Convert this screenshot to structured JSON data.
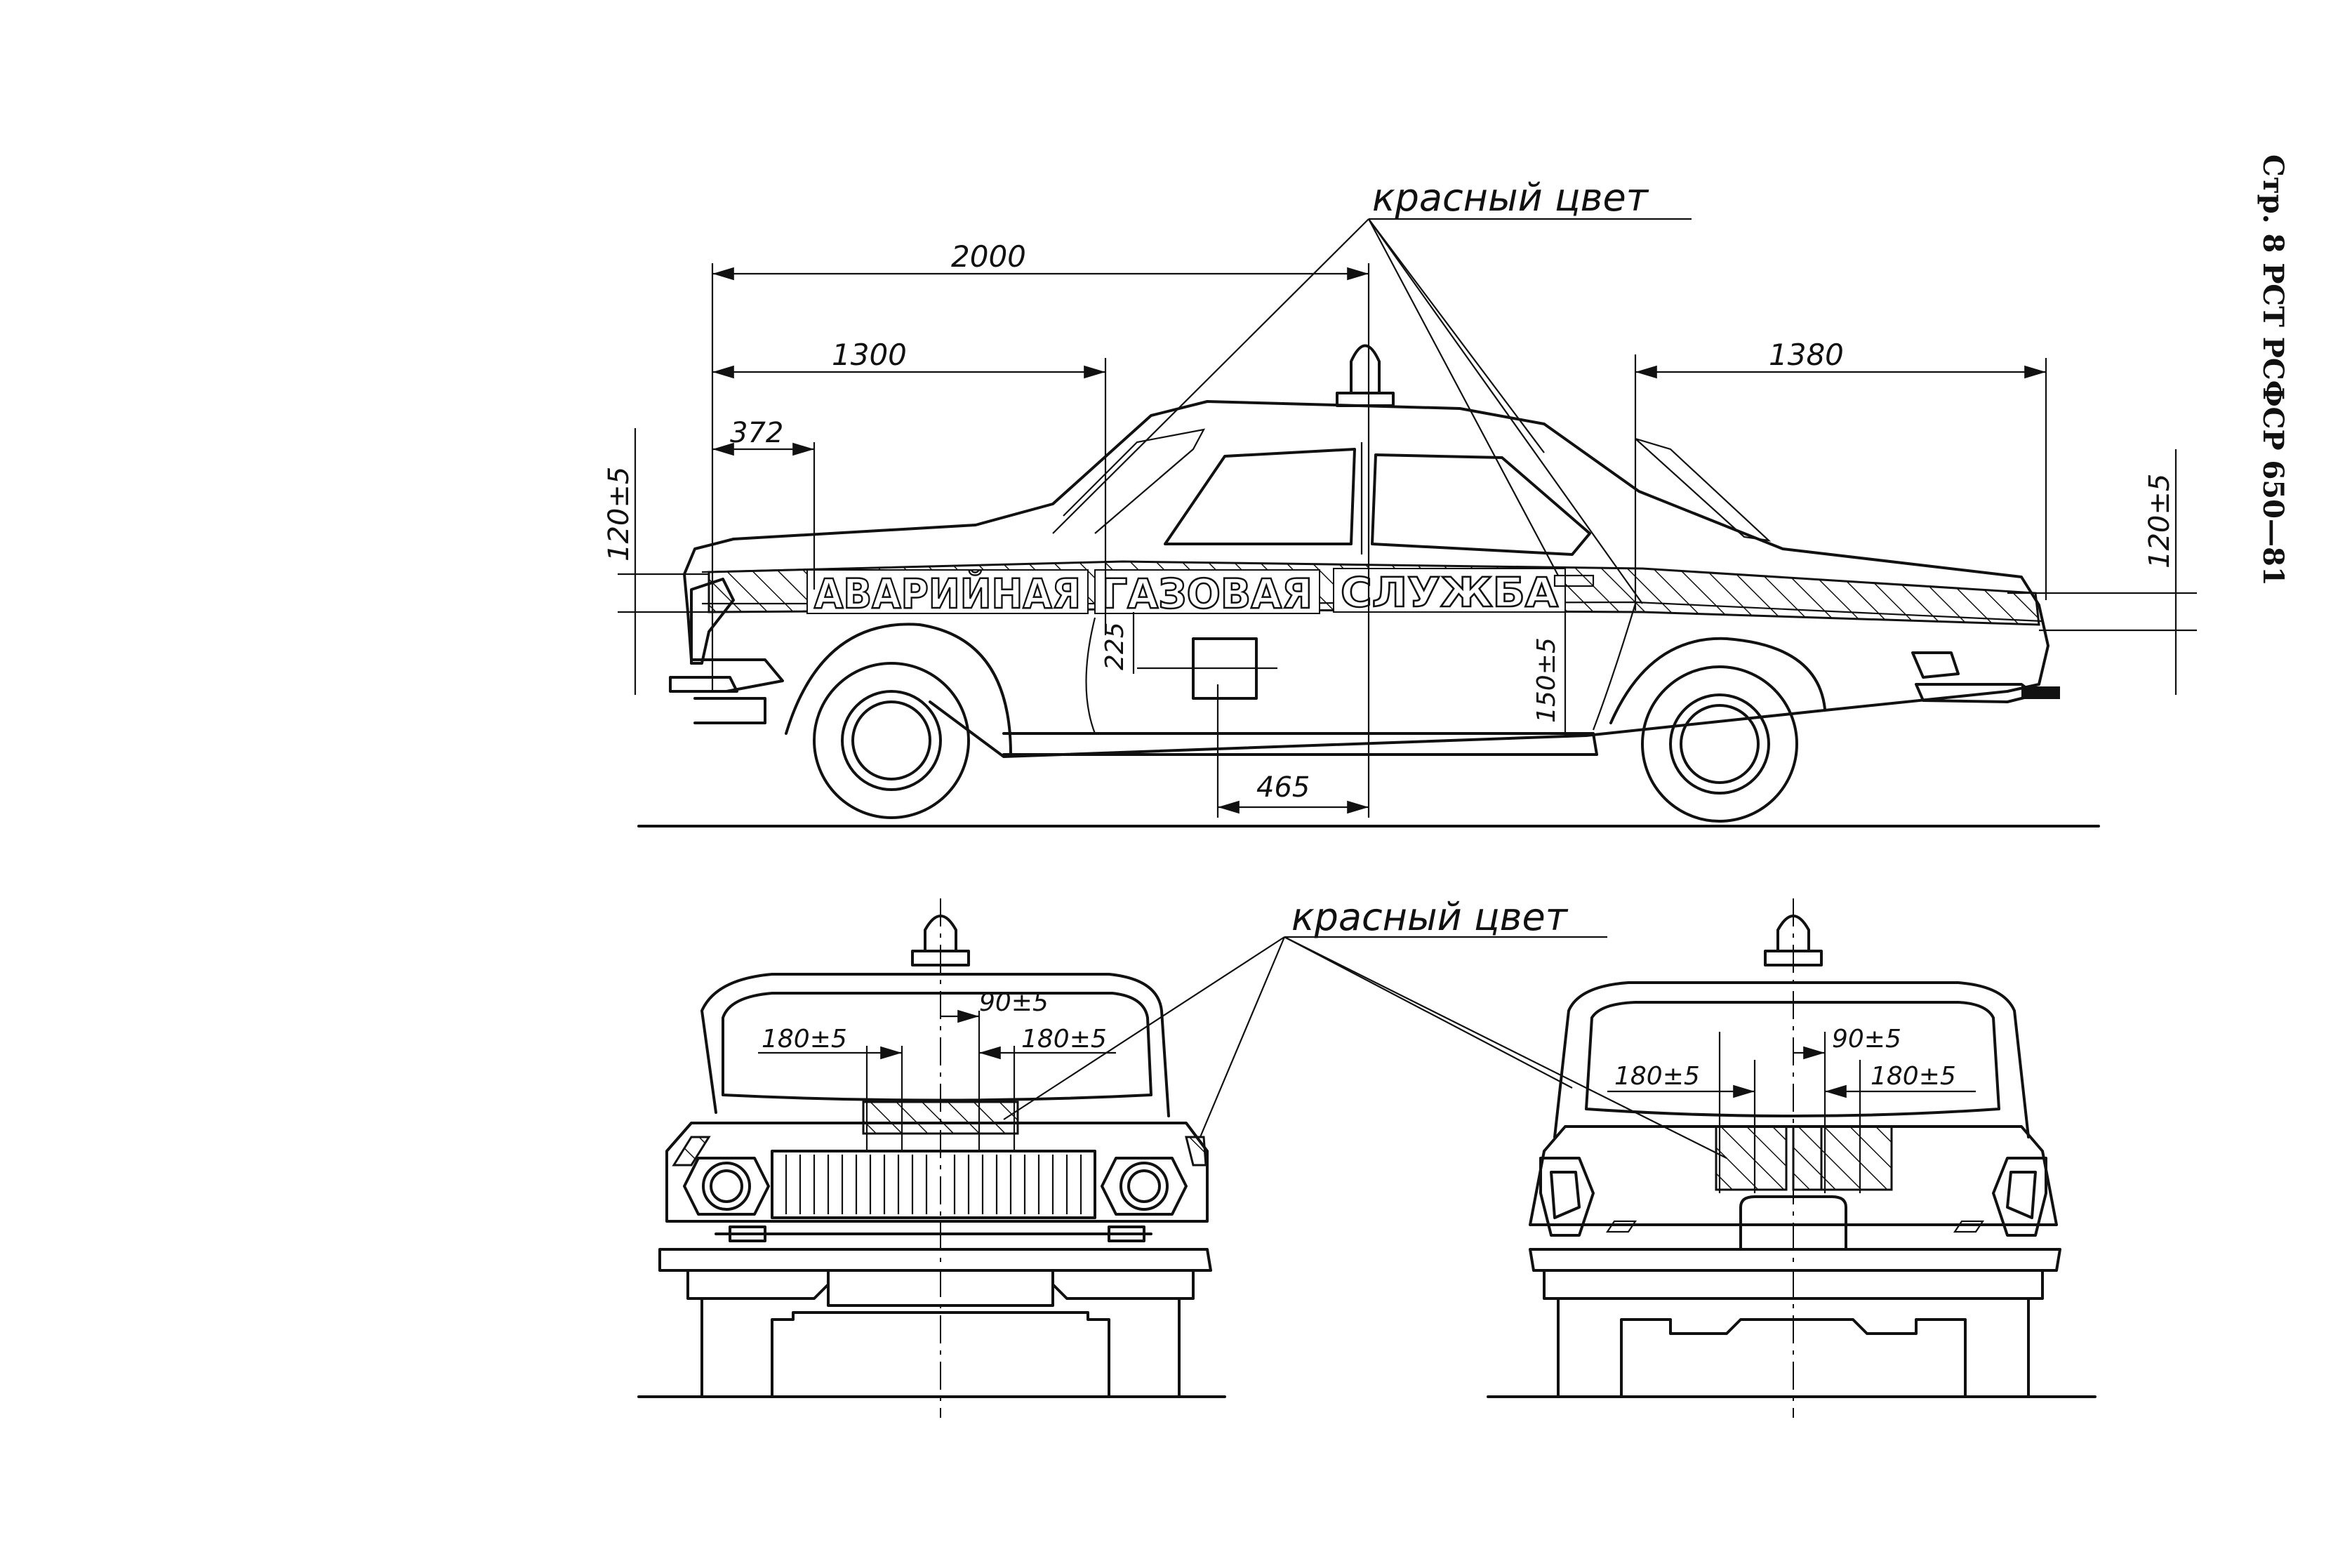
{
  "page_header": "Стр. 8 РСТ РСФСР 650—81",
  "side_view": {
    "color_note": "красный цвет",
    "dim_2000": "2000",
    "dim_1300": "1300",
    "dim_372": "372",
    "dim_1380": "1380",
    "dim_120_front": "120±5",
    "dim_120_rear": "120±5",
    "dim_225": "225",
    "dim_150": "150±5",
    "dim_465": "465",
    "lettering_1": "АВАРИЙНАЯ",
    "lettering_2": "ГАЗОВАЯ",
    "lettering_3": "СЛУЖБА"
  },
  "front_view": {
    "color_note": "красный цвет",
    "dim_180_left": "180±5",
    "dim_90": "90±5",
    "dim_180_right": "180±5"
  },
  "rear_view": {
    "dim_180_left": "180±5",
    "dim_90": "90±5",
    "dim_180_right": "180±5"
  }
}
